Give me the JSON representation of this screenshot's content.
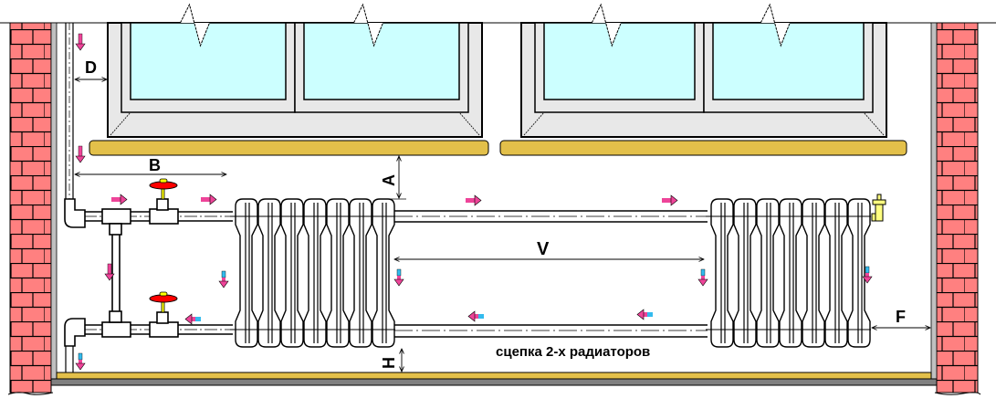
{
  "diagram": {
    "title": "Two-radiator coupling installation scheme",
    "caption": "сцепка 2-х радиаторов",
    "dimension_labels": {
      "A": "A",
      "B": "B",
      "D": "D",
      "F": "F",
      "H": "H",
      "V": "V"
    },
    "components": {
      "left_radiator_sections": 7,
      "right_radiator_sections": 7,
      "windows": 2,
      "valves": 2,
      "air_vent": 1
    },
    "colors": {
      "brick": "#ff8080",
      "glass": "#ccffff",
      "frame": "#e8e8e8",
      "sill": "#e3c04a",
      "floor": "#808080",
      "valve_handle": "#ff0000",
      "valve_stem": "#ffff00",
      "air_vent": "#ffff80",
      "hot_arrow": "#ee4499",
      "cold_arrow": "#33bbee"
    }
  }
}
